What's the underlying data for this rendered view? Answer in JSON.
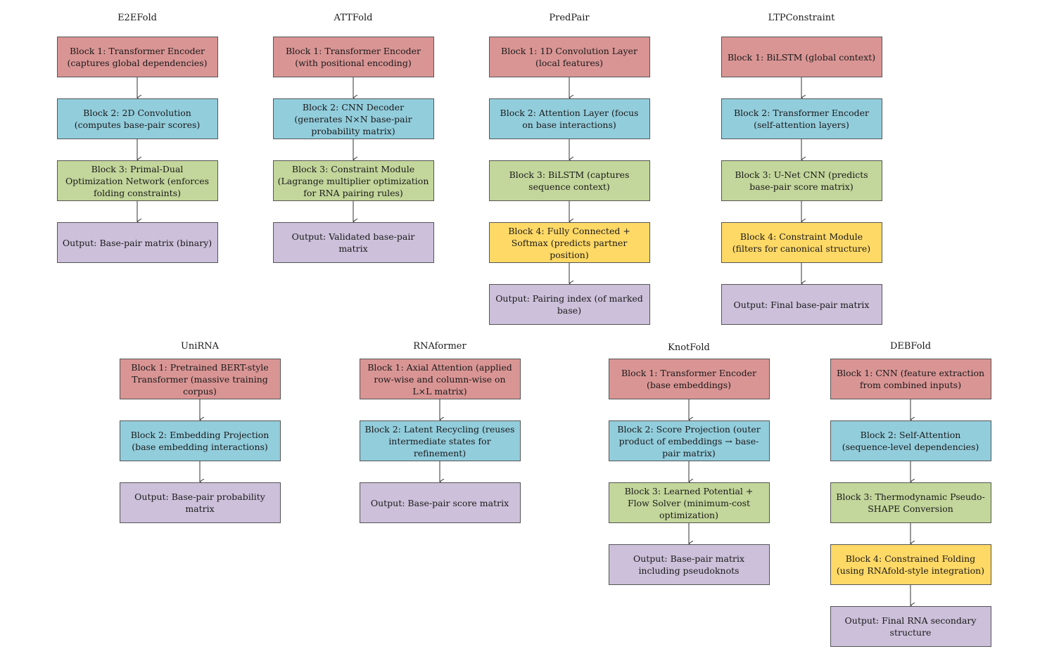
{
  "colors": {
    "encoder": "#d99594",
    "middle": "#92cddc",
    "third": "#c3d69b",
    "fourth": "#ffd966",
    "output": "#ccc0da",
    "border": "#555555",
    "arrow": "#333333"
  },
  "models": [
    {
      "name": "E2EFold",
      "blocks": [
        {
          "text": "Block 1: Transformer Encoder (captures global dependencies)",
          "kind": "encoder"
        },
        {
          "text": "Block 2: 2D Convolution (computes base-pair scores)",
          "kind": "middle"
        },
        {
          "text": "Block 3: Primal-Dual Optimization Network (enforces folding constraints)",
          "kind": "third"
        },
        {
          "text": "Output: Base-pair matrix (binary)",
          "kind": "output"
        }
      ]
    },
    {
      "name": "ATTFold",
      "blocks": [
        {
          "text": "Block 1: Transformer Encoder (with positional encoding)",
          "kind": "encoder"
        },
        {
          "text": "Block 2: CNN Decoder (generates N×N base-pair probability matrix)",
          "kind": "middle"
        },
        {
          "text": "Block 3: Constraint Module (Lagrange multiplier optimization for RNA pairing rules)",
          "kind": "third"
        },
        {
          "text": "Output: Validated base-pair matrix",
          "kind": "output"
        }
      ]
    },
    {
      "name": "PredPair",
      "blocks": [
        {
          "text": "Block 1: 1D Convolution Layer (local features)",
          "kind": "encoder"
        },
        {
          "text": "Block 2: Attention Layer (focus on base interactions)",
          "kind": "middle"
        },
        {
          "text": "Block 3: BiLSTM (captures sequence context)",
          "kind": "third"
        },
        {
          "text": "Block 4: Fully Connected + Softmax (predicts partner position)",
          "kind": "fourth"
        },
        {
          "text": "Output: Pairing index (of marked base)",
          "kind": "output"
        }
      ]
    },
    {
      "name": "LTPConstraint",
      "blocks": [
        {
          "text": "Block 1: BiLSTM (global context)",
          "kind": "encoder"
        },
        {
          "text": "Block 2: Transformer Encoder (self-attention layers)",
          "kind": "middle"
        },
        {
          "text": "Block 3: U-Net CNN (predicts base-pair score matrix)",
          "kind": "third"
        },
        {
          "text": "Block 4: Constraint Module (filters for canonical structure)",
          "kind": "fourth"
        },
        {
          "text": "Output: Final base-pair matrix",
          "kind": "output"
        }
      ]
    },
    {
      "name": "UniRNA",
      "blocks": [
        {
          "text": "Block 1: Pretrained BERT-style Transformer (massive training corpus)",
          "kind": "encoder"
        },
        {
          "text": "Block 2: Embedding Projection (base embedding interactions)",
          "kind": "middle"
        },
        {
          "text": "Output: Base-pair probability matrix",
          "kind": "output"
        }
      ]
    },
    {
      "name": "RNAformer",
      "blocks": [
        {
          "text": "Block 1: Axial Attention (applied row-wise and column-wise on L×L matrix)",
          "kind": "encoder"
        },
        {
          "text": "Block 2: Latent Recycling (reuses intermediate states for refinement)",
          "kind": "middle"
        },
        {
          "text": "Output: Base-pair score matrix",
          "kind": "output"
        }
      ]
    },
    {
      "name": "KnotFold",
      "blocks": [
        {
          "text": "Block 1: Transformer Encoder (base embeddings)",
          "kind": "encoder"
        },
        {
          "text": "Block 2: Score Projection (outer product of embeddings → base-pair matrix)",
          "kind": "middle"
        },
        {
          "text": "Block 3: Learned Potential + Flow Solver (minimum-cost optimization)",
          "kind": "third"
        },
        {
          "text": "Output: Base-pair matrix including pseudoknots",
          "kind": "output"
        }
      ]
    },
    {
      "name": "DEBFold",
      "blocks": [
        {
          "text": "Block 1: CNN (feature extraction from combined inputs)",
          "kind": "encoder"
        },
        {
          "text": "Block 2: Self-Attention (sequence-level dependencies)",
          "kind": "middle"
        },
        {
          "text": "Block 3: Thermodynamic Pseudo-SHAPE Conversion",
          "kind": "third"
        },
        {
          "text": "Block 4: Constrained Folding (using RNAfold-style integration)",
          "kind": "fourth"
        },
        {
          "text": "Output: Final RNA secondary structure",
          "kind": "output"
        }
      ]
    }
  ]
}
